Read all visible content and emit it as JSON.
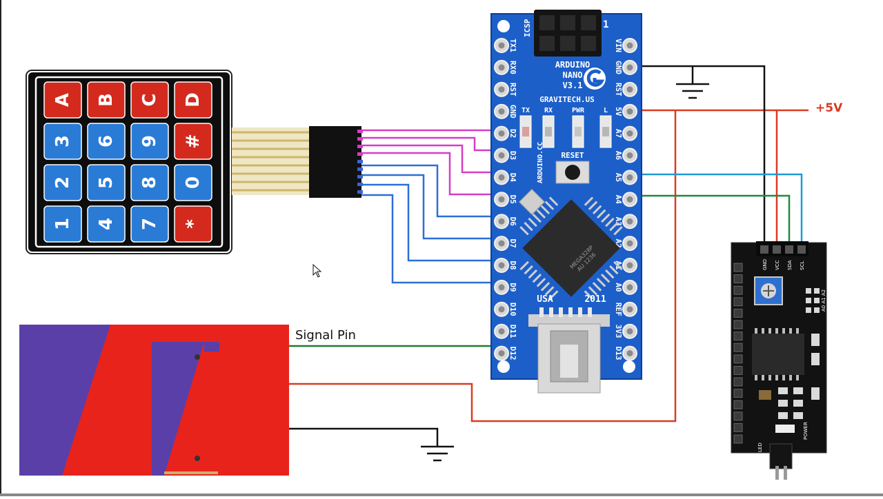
{
  "labels": {
    "plus5v": "+5V",
    "signal_pin": "Signal Pin"
  },
  "keypad": {
    "rows": [
      [
        {
          "t": "A",
          "c": "#d42a1e"
        },
        {
          "t": "B",
          "c": "#d42a1e"
        },
        {
          "t": "C",
          "c": "#d42a1e"
        },
        {
          "t": "D",
          "c": "#d42a1e"
        }
      ],
      [
        {
          "t": "3",
          "c": "#2a7bd6"
        },
        {
          "t": "6",
          "c": "#2a7bd6"
        },
        {
          "t": "9",
          "c": "#2a7bd6"
        },
        {
          "t": "#",
          "c": "#d42a1e"
        }
      ],
      [
        {
          "t": "2",
          "c": "#2a7bd6"
        },
        {
          "t": "5",
          "c": "#2a7bd6"
        },
        {
          "t": "8",
          "c": "#2a7bd6"
        },
        {
          "t": "0",
          "c": "#2a7bd6"
        }
      ],
      [
        {
          "t": "1",
          "c": "#2a7bd6"
        },
        {
          "t": "4",
          "c": "#2a7bd6"
        },
        {
          "t": "7",
          "c": "#2a7bd6"
        },
        {
          "t": "*",
          "c": "#d42a1e"
        }
      ]
    ]
  },
  "arduino": {
    "icsp": "ICSP",
    "icsp_pin1": "1",
    "title_lines": [
      "ARDUINO",
      "NANO",
      "V3.1",
      "GRAVITECH.US"
    ],
    "led_labels": [
      "TX",
      "RX",
      "PWR",
      "L"
    ],
    "reset": "RESET",
    "side_text": "ARDUINO.CC",
    "chip_lines": [
      "MEGA328P",
      "AU 1236"
    ],
    "usa": "USA",
    "year": "2011",
    "left_pins": [
      "TX1",
      "RX0",
      "RST",
      "GND",
      "D2",
      "D3",
      "D4",
      "D5",
      "D6",
      "D7",
      "D8",
      "D9",
      "D10",
      "D11",
      "D12"
    ],
    "right_pins": [
      "VIN",
      "GND",
      "RST",
      "5V",
      "A7",
      "A6",
      "A5",
      "A4",
      "A3",
      "A2",
      "A1",
      "A0",
      "REF",
      "3V3",
      "D13"
    ]
  },
  "i2c_module": {
    "pins": [
      "GND",
      "VCC",
      "SDA",
      "SCL"
    ],
    "text": [
      "LED",
      "POWER",
      "A0 A1 A2"
    ]
  },
  "colors": {
    "wire_5v": "#d93a22",
    "wire_gnd": "#111111",
    "wire_sda": "#1e8a3a",
    "wire_scl": "#1f9ad6",
    "wire_signal": "#1e7a2a",
    "wire_keypad_rows": "#d63cc6",
    "wire_keypad_cols": "#2a6fd6",
    "label_5v": "#d93a22",
    "board": "#1d5fc9"
  }
}
